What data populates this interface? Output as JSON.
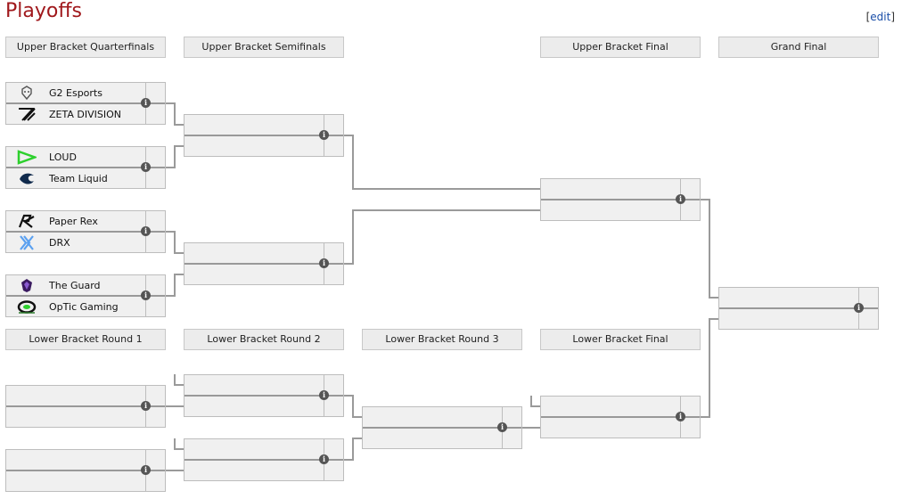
{
  "title": "Playoffs",
  "edit": {
    "open": "[",
    "label": "edit",
    "close": "]"
  },
  "rounds": {
    "ubqf": "Upper Bracket Quarterfinals",
    "ubsf": "Upper Bracket Semifinals",
    "ubf": "Upper Bracket Final",
    "gf": "Grand Final",
    "lbr1": "Lower Bracket Round 1",
    "lbr2": "Lower Bracket Round 2",
    "lbr3": "Lower Bracket Round 3",
    "lbf": "Lower Bracket Final"
  },
  "info_glyph": "i",
  "teams": {
    "g2": {
      "name": "G2 Esports",
      "icon": "g2-esports-logo"
    },
    "zeta": {
      "name": "ZETA DIVISION",
      "icon": "zeta-division-logo"
    },
    "loud": {
      "name": "LOUD",
      "icon": "loud-logo"
    },
    "tl": {
      "name": "Team Liquid",
      "icon": "team-liquid-logo"
    },
    "prx": {
      "name": "Paper Rex",
      "icon": "paper-rex-logo"
    },
    "drx": {
      "name": "DRX",
      "icon": "drx-logo"
    },
    "guard": {
      "name": "The Guard",
      "icon": "the-guard-logo"
    },
    "optic": {
      "name": "OpTic Gaming",
      "icon": "optic-gaming-logo"
    }
  },
  "colors": {
    "title": "#a0181c",
    "link": "#1a4ea8",
    "loud": "#2dd02d",
    "drx": "#5aa0f0",
    "guard": "#5a2a8a"
  }
}
